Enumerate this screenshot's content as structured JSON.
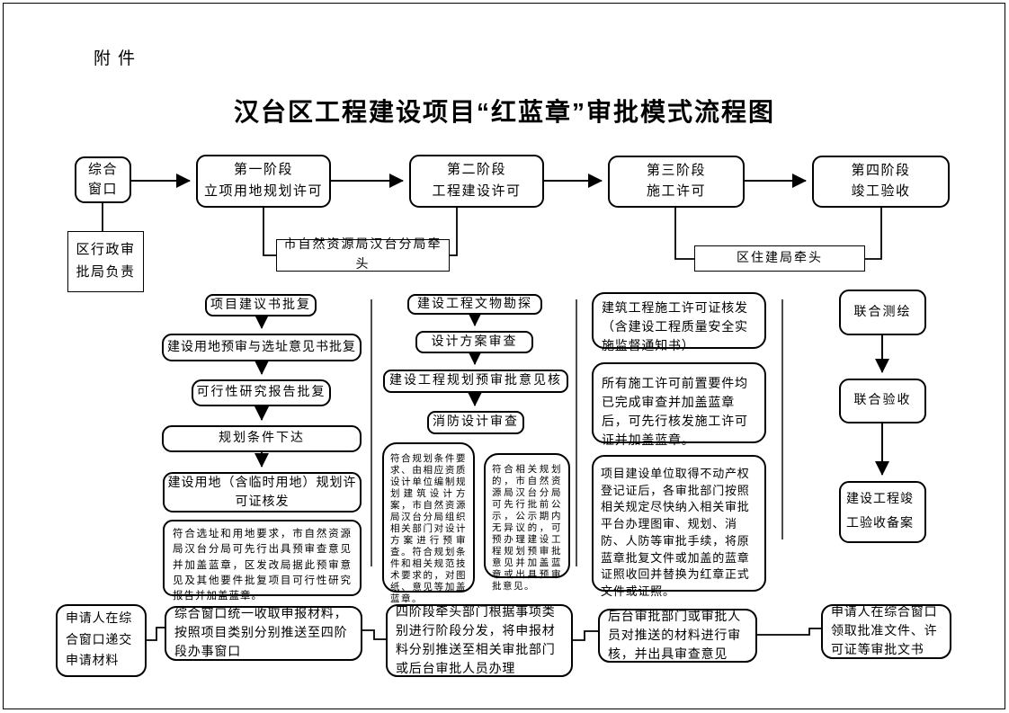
{
  "page": {
    "attachment_label": "附件",
    "title": "汉台区工程建设项目“红蓝章”审批模式流程图",
    "ink_color": "#000000",
    "background_color": "#ffffff"
  },
  "top_row": {
    "entry_window": {
      "line1": "综合",
      "line2": "窗口"
    },
    "responsible_office": {
      "line1": "区行政审",
      "line2": "批局负责"
    },
    "stages": [
      {
        "name": "第一阶段",
        "subtitle": "立项用地规划许可"
      },
      {
        "name": "第二阶段",
        "subtitle": "工程建设许可"
      },
      {
        "name": "第三阶段",
        "subtitle": "施工许可"
      },
      {
        "name": "第四阶段",
        "subtitle": "竣工验收"
      }
    ],
    "lead_units": [
      "市自然资源局汉台分局牵头",
      "区住建局牵头"
    ]
  },
  "stage1_column": {
    "steps": [
      "项目建议书批复",
      "建设用地预审与选址意见书批复",
      "可行性研究报告批复",
      "规划条件下达",
      "建设用地（含临时用地）规划许可证核发"
    ],
    "note": "符合选址和用地要求，市自然资源局汉台分局可先行出具预审查意见并加盖蓝章，区发改局据此预审意见及其他要件批复项目可行性研究报告并加盖蓝章。"
  },
  "stage2_column": {
    "steps": [
      "建设工程文物勘探",
      "设计方案审查",
      "建设工程规划预审批意见核",
      "消防设计审查"
    ],
    "note_left": "符合规划条件要求、由相应资质设计单位编制规划建筑设计方案，市自然资源局汉台分局组织相关部门对设计方案进行预审查。符合规划条件和相关规范技术要求的，对图纸、意见等加盖蓝章。",
    "note_right": "符合相关规划的，市自然资源局汉台分局可先行批前公示，公示期内无异议的，可预办理建设工程规划预审批意见并加盖蓝章或出具预审批意见。"
  },
  "stage3_column": {
    "permit_box": "建筑工程施工许可证核发（含建设工程质量安全实施监督通知书）",
    "note_blue_seal": "所有施工许可前置要件均已完成审查并加盖蓝章后，可先行核发施工许可证并加盖蓝章。",
    "note_red_seal": "项目建设单位取得不动产权登记证后，各审批部门按照相关规定尽快纳入相关审批平台办理图审、规划、消防、人防等审批手续，将原蓝章批复文件或加盖的蓝章证照收回并替换为红章正式文件或证照。"
  },
  "stage4_column": {
    "steps": [
      "联合测绘",
      "联合验收",
      "建设工程竣工验收备案"
    ]
  },
  "bottom_row": {
    "steps": [
      "申请人在综合窗口递交申请材料",
      "综合窗口统一收取申报材料，按照项目类别分别推送至四阶段办事窗口",
      "四阶段牵头部门根据事项类别进行阶段分发，将申报材料分别推送至相关审批部门或后台审批人员办理",
      "后台审批部门或审批人员对推送的材料进行审核，并出具审查意见",
      "申请人在综合窗口领取批准文件、许可证等审批文书"
    ]
  }
}
